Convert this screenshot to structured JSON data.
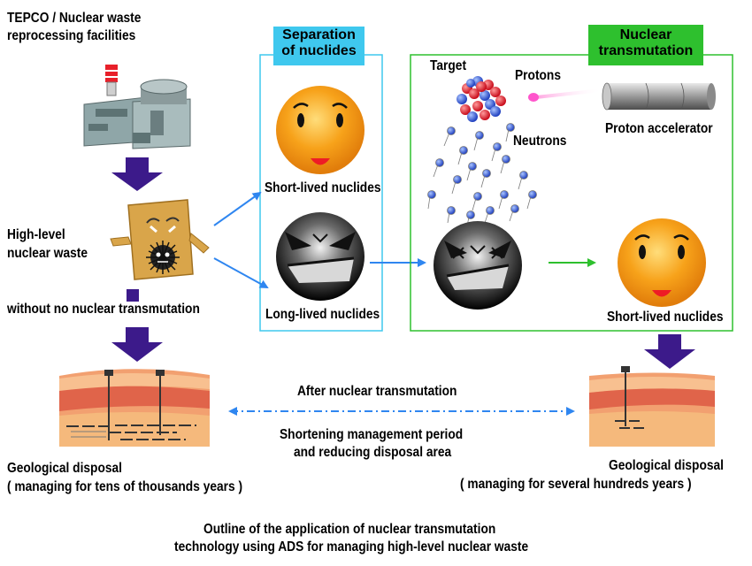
{
  "source": {
    "line1": "TEPCO / Nuclear waste",
    "line2": "reprocessing facilities"
  },
  "waste": {
    "line1": "High-level",
    "line2": "nuclear waste"
  },
  "no_transmutation": "without no nuclear transmutation",
  "separation": {
    "tag_line1": "Separation",
    "tag_line2": "of nuclides",
    "tag_color": "#3fc8ee",
    "short_label": "Short-lived nuclides",
    "long_label": "Long-lived nuclides"
  },
  "transmutation": {
    "tag_line1": "Nuclear",
    "tag_line2": "transmutation",
    "tag_color": "#2ec02e",
    "target_label": "Target",
    "protons_label": "Protons",
    "neutrons_label": "Neutrons",
    "accelerator_label": "Proton accelerator",
    "result_label": "Short-lived nuclides"
  },
  "center": {
    "after": "After nuclear transmutation",
    "line1": "Shortening management period",
    "line2": "and reducing disposal area"
  },
  "disposal_left": {
    "line1": "Geological disposal",
    "line2": "( managing for tens of thousands years )"
  },
  "disposal_right": {
    "line1": "Geological disposal",
    "line2": "( managing for several hundreds years )"
  },
  "caption": {
    "line1": "Outline of the application of nuclear transmutation",
    "line2": "technology using ADS for managing high-level nuclear waste"
  },
  "colors": {
    "arrow_main": "#3c1a8a",
    "arrow_blue": "#2f86f0",
    "arrow_green": "#2ec02e",
    "face_orange": "#f7a21a"
  }
}
